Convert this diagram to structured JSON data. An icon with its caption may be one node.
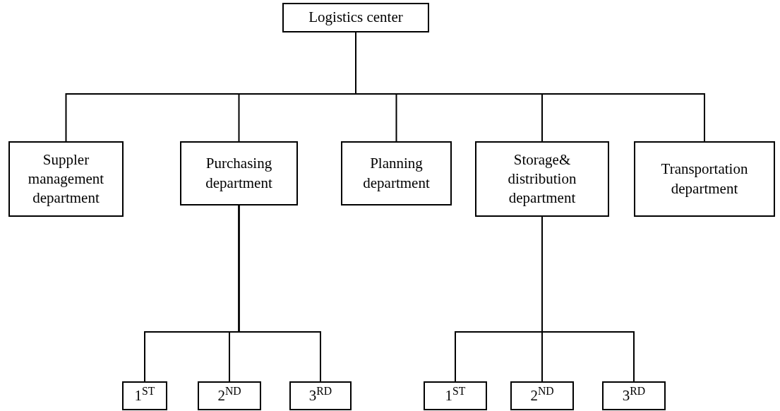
{
  "diagram": {
    "nodes": [
      {
        "text": [
          "Logistics center"
        ]
      },
      {
        "text": [
          "Suppler management department"
        ]
      },
      {
        "text": [
          "Purchasing department"
        ]
      },
      {
        "text": [
          "Planning department"
        ]
      },
      {
        "text": [
          "Storage& distribution department"
        ]
      },
      {
        "text": [
          "Transportation department"
        ]
      },
      {
        "text": [
          "1$^{ST}$"
        ]
      },
      {
        "text": [
          "2$^{ND}$"
        ]
      },
      {
        "text": [
          "3$^{RD}$"
        ]
      },
      {
        "text": [
          "1$^{ST}$"
        ]
      },
      {
        "text": [
          "2$^{ND}$"
        ]
      },
      {
        "text": [
          "3$^{RD}$"
        ]
      }
    ],
    "edges": [
      {
        "from": 0,
        "to": 1,
        "arrow": "none"
      },
      {
        "from": 0,
        "to": 2,
        "arrow": "none"
      },
      {
        "from": 0,
        "to": 3,
        "arrow": "none"
      },
      {
        "from": 0,
        "to": 4,
        "arrow": "none"
      },
      {
        "from": 0,
        "to": 5,
        "arrow": "none"
      },
      {
        "from": 2,
        "to": 6,
        "arrow": "none"
      },
      {
        "from": 2,
        "to": 7,
        "arrow": "none"
      },
      {
        "from": 2,
        "to": 8,
        "arrow": "none"
      },
      {
        "from": 4,
        "to": 9,
        "arrow": "none"
      },
      {
        "from": 4,
        "to": 10,
        "arrow": "none"
      },
      {
        "from": 4,
        "to": 11,
        "arrow": "none"
      }
    ]
  }
}
